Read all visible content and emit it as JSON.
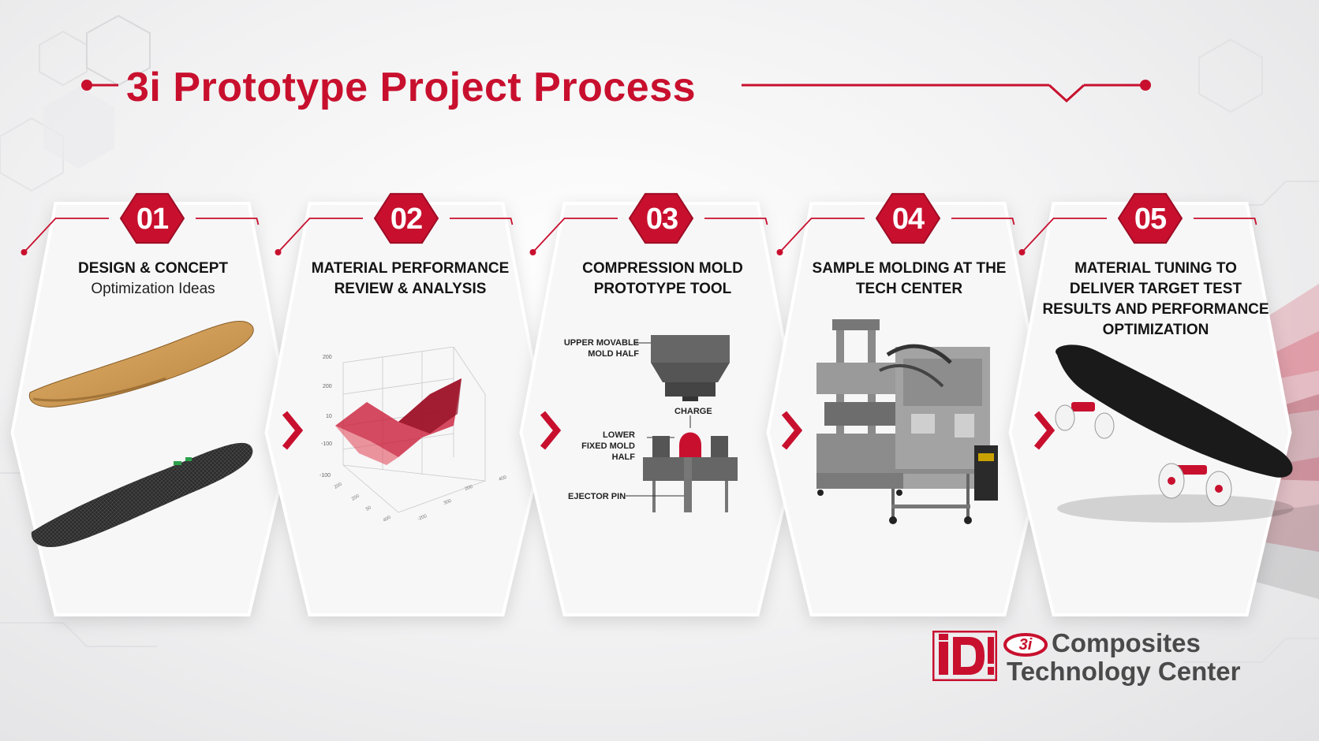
{
  "title": "3i Prototype Project Process",
  "colors": {
    "accent": "#c8102e",
    "text": "#141414",
    "logo_gray": "#4a4a4a"
  },
  "steps": [
    {
      "number": "01",
      "title": "DESIGN & CONCEPT",
      "subtitle": "Optimization Ideas",
      "image": "skateboard-deck-wood-and-mesh"
    },
    {
      "number": "02",
      "title": "MATERIAL PERFORMANCE REVIEW & ANALYSIS",
      "image": "3d-surface-plot"
    },
    {
      "number": "03",
      "title": "COMPRESSION MOLD PROTOTYPE TOOL",
      "image": "compression-mold-diagram",
      "diagram_labels": {
        "upper": "UPPER MOVABLE MOLD HALF",
        "charge": "CHARGE",
        "lower": "LOWER FIXED MOLD HALF",
        "ejector": "EJECTOR PIN"
      }
    },
    {
      "number": "04",
      "title": "SAMPLE MOLDING AT THE TECH CENTER",
      "image": "molding-press-machine"
    },
    {
      "number": "05",
      "title": "MATERIAL TUNING TO DELIVER TARGET TEST RESULTS AND PERFORMANCE OPTIMIZATION",
      "image": "finished-skateboard"
    }
  ],
  "plot": {
    "z_ticks": [
      "200",
      "200",
      "10",
      "-100",
      "-100"
    ],
    "x_ticks": [
      "200",
      "200",
      "50",
      "400"
    ],
    "y_ticks": [
      "400",
      "200",
      "300",
      "-200"
    ]
  },
  "logo": {
    "line1": "Composites",
    "line2": "Technology Center",
    "badge": "3i",
    "mark": "iDi"
  }
}
